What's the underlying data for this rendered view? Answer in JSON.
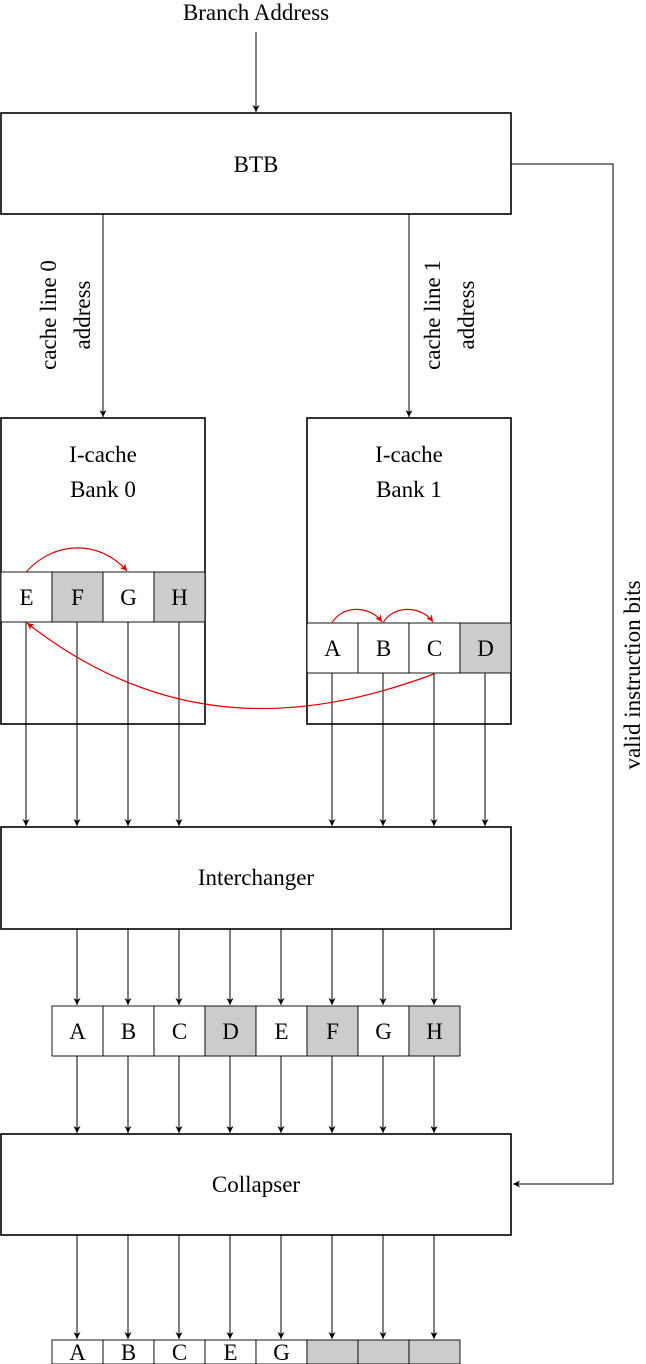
{
  "title": "Branch Address",
  "btb": "BTB",
  "cache_line_0": [
    "cache line 0",
    "address"
  ],
  "cache_line_1": [
    "cache line 1",
    "address"
  ],
  "bank0": {
    "label": [
      "I-cache",
      "Bank 0"
    ],
    "cells": [
      {
        "t": "E",
        "shaded": false
      },
      {
        "t": "F",
        "shaded": true
      },
      {
        "t": "G",
        "shaded": false
      },
      {
        "t": "H",
        "shaded": true
      }
    ]
  },
  "bank1": {
    "label": [
      "I-cache",
      "Bank 1"
    ],
    "cells": [
      {
        "t": "A",
        "shaded": false
      },
      {
        "t": "B",
        "shaded": false
      },
      {
        "t": "C",
        "shaded": false
      },
      {
        "t": "D",
        "shaded": true
      }
    ]
  },
  "interchanger": "Interchanger",
  "interchanged_row": [
    {
      "t": "A",
      "shaded": false
    },
    {
      "t": "B",
      "shaded": false
    },
    {
      "t": "C",
      "shaded": false
    },
    {
      "t": "D",
      "shaded": true
    },
    {
      "t": "E",
      "shaded": false
    },
    {
      "t": "F",
      "shaded": true
    },
    {
      "t": "G",
      "shaded": false
    },
    {
      "t": "H",
      "shaded": true
    }
  ],
  "collapser": "Collapser",
  "collapsed_row": [
    {
      "t": "A",
      "shaded": false
    },
    {
      "t": "B",
      "shaded": false
    },
    {
      "t": "C",
      "shaded": false
    },
    {
      "t": "E",
      "shaded": false
    },
    {
      "t": "G",
      "shaded": false
    },
    {
      "t": "",
      "shaded": true
    },
    {
      "t": "",
      "shaded": true
    },
    {
      "t": "",
      "shaded": true
    }
  ],
  "valid_bits": "valid instruction bits",
  "colors": {
    "shade": "#cccccc",
    "highlight": "#e00000"
  }
}
